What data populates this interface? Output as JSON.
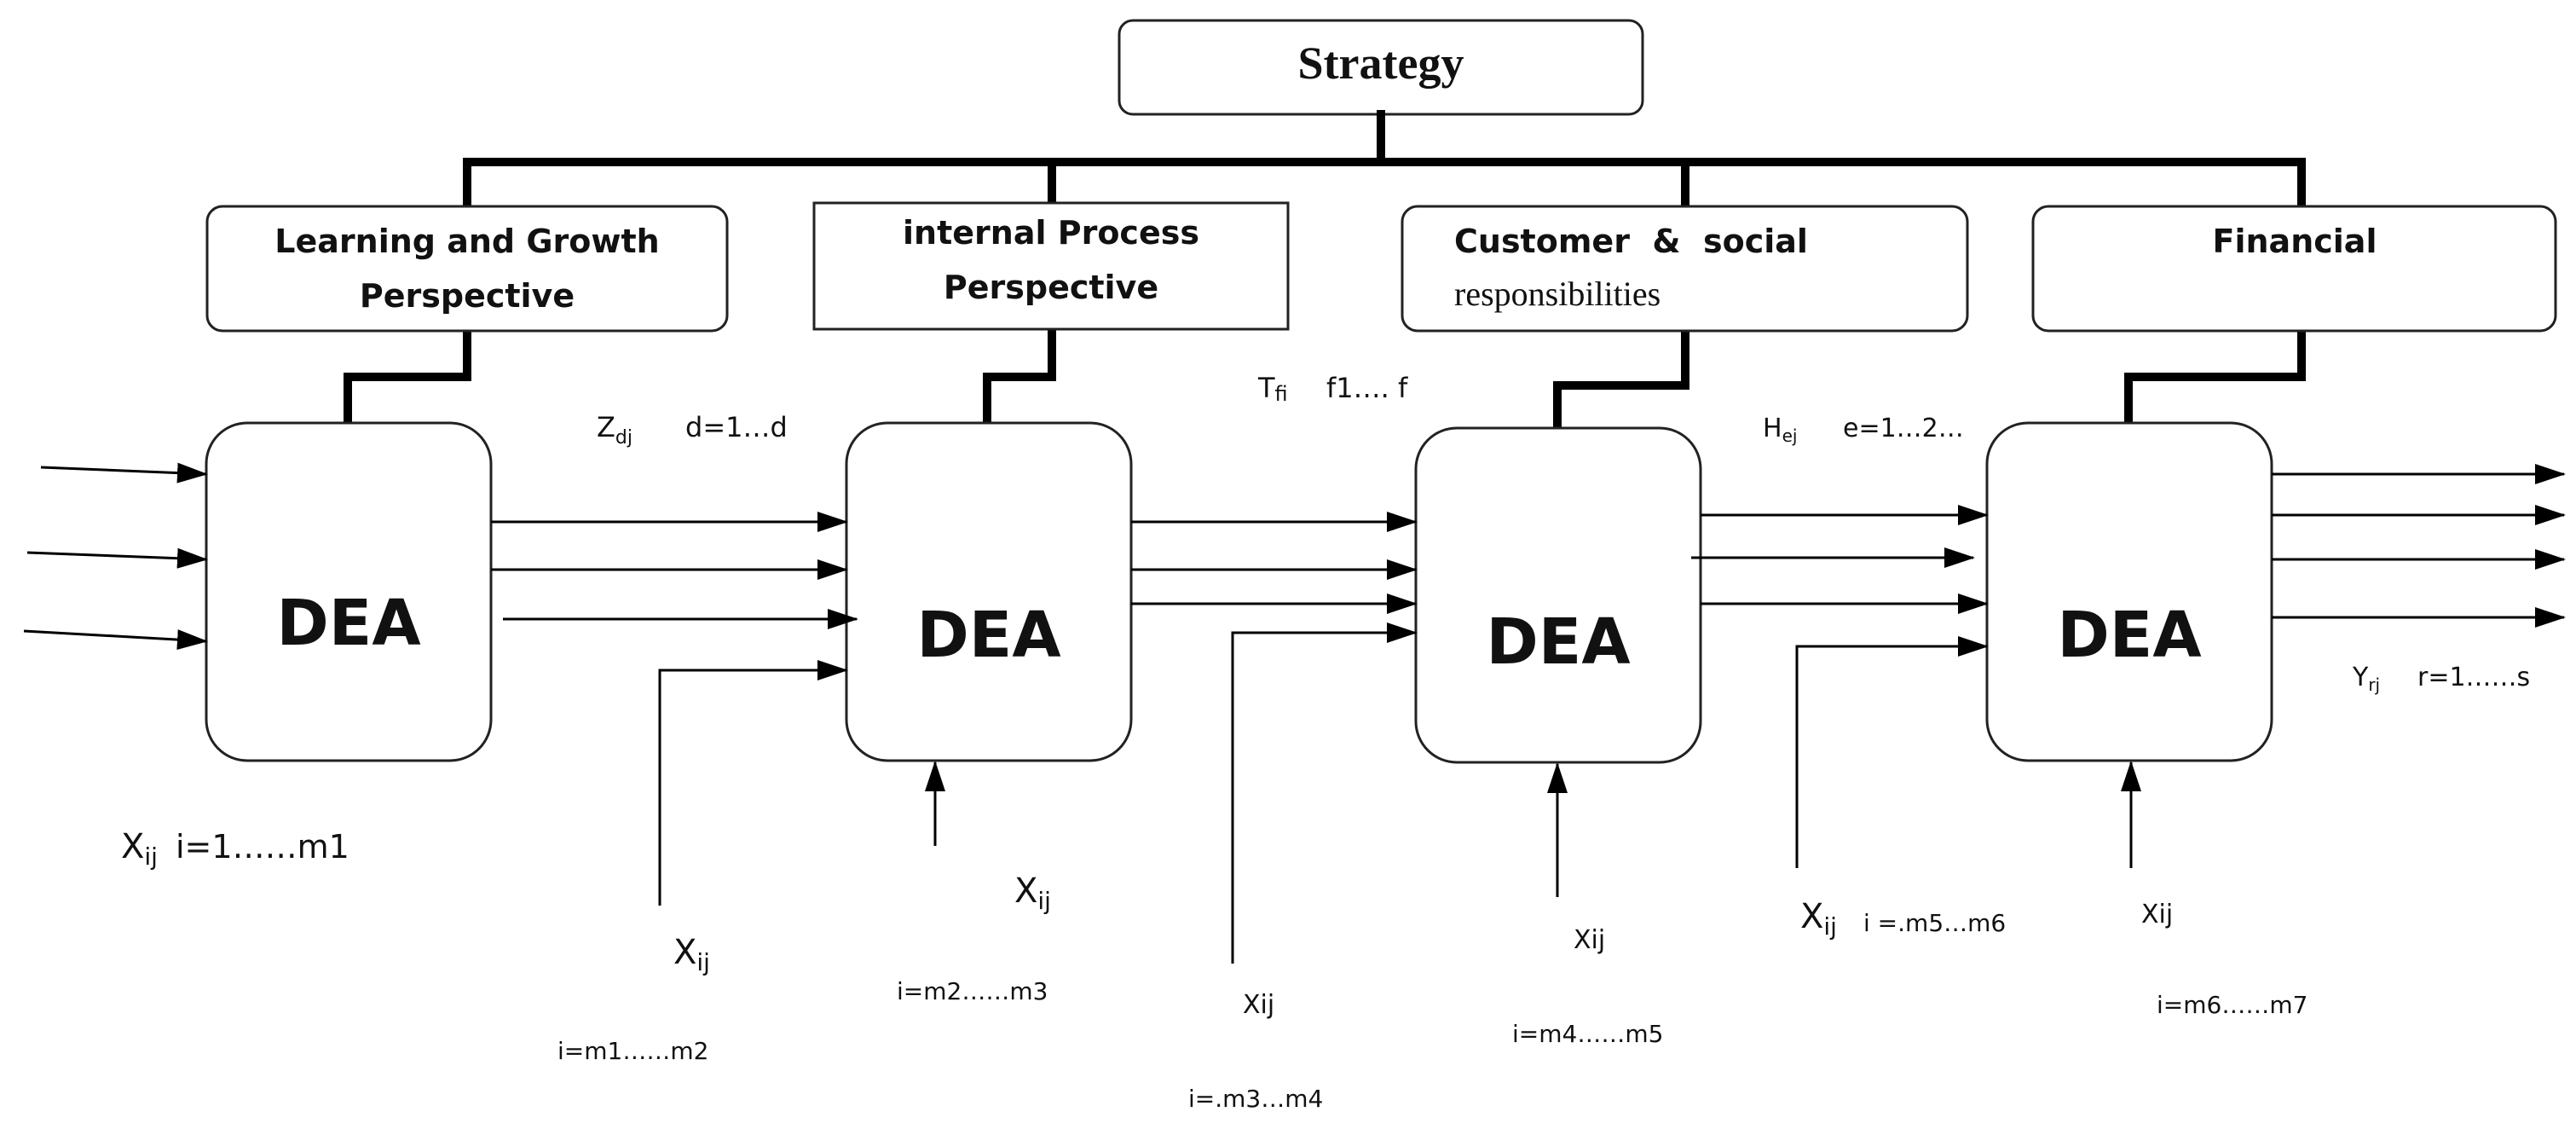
{
  "strategy": {
    "title": "Strategy"
  },
  "perspectives": [
    {
      "line1": "Learning and Growth",
      "line2": "Perspective"
    },
    {
      "line1": "internal Process",
      "line2": "Perspective"
    },
    {
      "line1": "Customer  &  social",
      "line2": "responsibilities"
    },
    {
      "line1": "Financial"
    }
  ],
  "dea": [
    {
      "label": "DEA"
    },
    {
      "label": "DEA"
    },
    {
      "label": "DEA"
    },
    {
      "label": "DEA"
    }
  ],
  "flows": {
    "z": {
      "var": "Z",
      "sub": "dj",
      "range": "d=1…d"
    },
    "t": {
      "var": "T",
      "sub": "fi",
      "range": "f1…. f"
    },
    "h": {
      "var": "H",
      "sub": "ej",
      "range": "e=1…2…"
    },
    "y": {
      "var": "Y",
      "sub": "rj",
      "range": "r=1……s"
    }
  },
  "inputs": [
    {
      "var": "X",
      "sub": "ij",
      "range": "i=1……m1"
    },
    {
      "var": "X",
      "sub": "ij",
      "range": "i=m1……m2"
    },
    {
      "var": "X",
      "sub": "ij",
      "range": "i=m2……m3"
    },
    {
      "var": "Xij",
      "range": "i=.m3…m4"
    },
    {
      "var": "Xij",
      "range": "i=m4……m5"
    },
    {
      "var": "X",
      "sub": "ij",
      "range": "i =.m5…m6"
    },
    {
      "var": "Xij",
      "range": "i=m6……m7"
    }
  ]
}
